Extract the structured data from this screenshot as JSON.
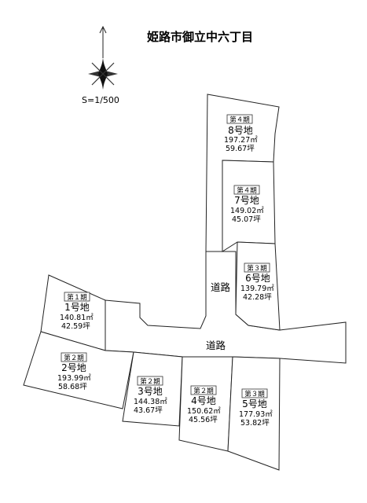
{
  "title": "姫路市御立中六丁目",
  "scale": "S=1/500",
  "road_label": "道路",
  "lots": [
    {
      "id": "lot-1",
      "phase": "第１期",
      "name": "1号地",
      "area_m2": "140.81㎡",
      "area_tsubo": "42.59坪"
    },
    {
      "id": "lot-2",
      "phase": "第２期",
      "name": "2号地",
      "area_m2": "193.99㎡",
      "area_tsubo": "58.68坪"
    },
    {
      "id": "lot-3",
      "phase": "第２期",
      "name": "3号地",
      "area_m2": "144.38㎡",
      "area_tsubo": "43.67坪"
    },
    {
      "id": "lot-4",
      "phase": "第２期",
      "name": "4号地",
      "area_m2": "150.62㎡",
      "area_tsubo": "45.56坪"
    },
    {
      "id": "lot-5",
      "phase": "第３期",
      "name": "5号地",
      "area_m2": "177.93㎡",
      "area_tsubo": "53.82坪"
    },
    {
      "id": "lot-6",
      "phase": "第３期",
      "name": "6号地",
      "area_m2": "139.79㎡",
      "area_tsubo": "42.28坪"
    },
    {
      "id": "lot-7",
      "phase": "第４期",
      "name": "7号地",
      "area_m2": "149.02㎡",
      "area_tsubo": "45.07坪"
    },
    {
      "id": "lot-8",
      "phase": "第４期",
      "name": "8号地",
      "area_m2": "197.27㎡",
      "area_tsubo": "59.67坪"
    }
  ]
}
